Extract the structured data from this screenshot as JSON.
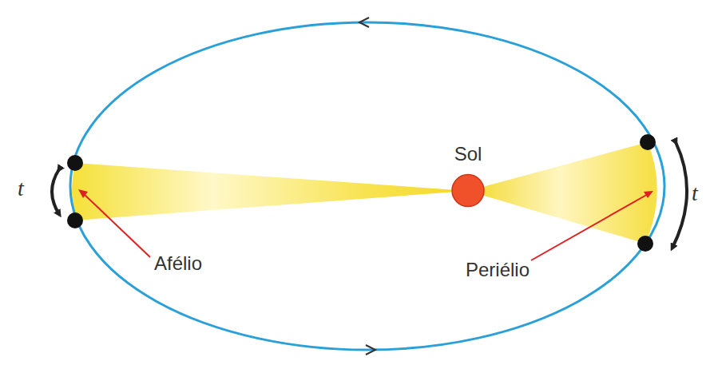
{
  "diagram": {
    "nodes": [
      {
        "text": [
          "Sol"
        ]
      }
    ],
    "labels": [
      "t",
      "Afélio",
      "Periélio",
      "t"
    ]
  }
}
